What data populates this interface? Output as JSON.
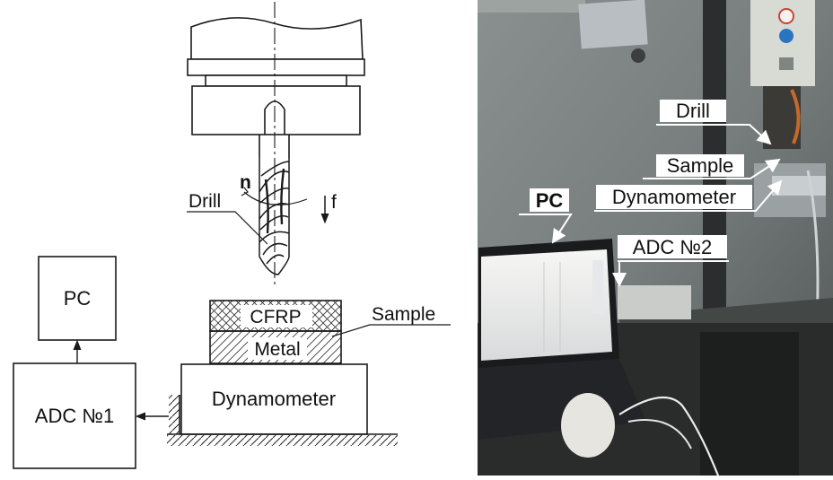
{
  "schematic": {
    "pc_label": "PC",
    "adc_label": "ADC №1",
    "dynamometer_label": "Dynamometer",
    "cfrp_label": "CFRP",
    "metal_label": "Metal",
    "sample_label": "Sample",
    "drill_label": "Drill",
    "n_label": "n",
    "f_label": "f"
  },
  "photo": {
    "drill_label": "Drill",
    "sample_label": "Sample",
    "dynamometer_label": "Dynamometer",
    "pc_label": "PC",
    "adc_label": "ADC №2"
  },
  "colors": {
    "line": "#1a1a1a",
    "photo_background": "#6d7474",
    "label_box": "#ffffff"
  }
}
